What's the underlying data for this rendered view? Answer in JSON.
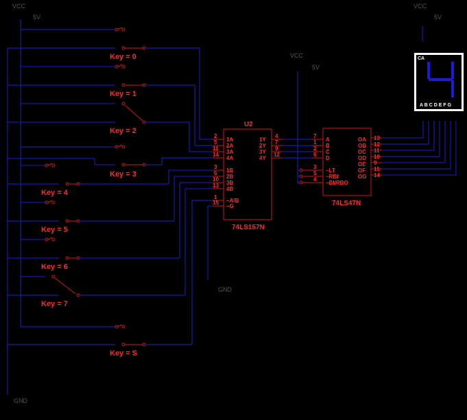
{
  "power": {
    "vcc_label": "VCC",
    "voltage": "5V",
    "gnd_label": "GND"
  },
  "keys": [
    {
      "label": "Key = 0"
    },
    {
      "label": "Key = 1"
    },
    {
      "label": "Key = 2"
    },
    {
      "label": "Key = 3"
    },
    {
      "label": "Key = 4"
    },
    {
      "label": "Key = 5"
    },
    {
      "label": "Key = 6"
    },
    {
      "label": "Key = 7"
    },
    {
      "label": "Key = S"
    }
  ],
  "mux": {
    "ref": "U2",
    "part": "74LS157N",
    "left_pins": [
      "2",
      "5",
      "11",
      "14",
      "3",
      "6",
      "10",
      "13",
      "1",
      "15"
    ],
    "left_names": [
      "1A",
      "2A",
      "3A",
      "4A",
      "1B",
      "2B",
      "3B",
      "4B",
      "~A/B",
      "~G"
    ],
    "right_pins": [
      "4",
      "7",
      "9",
      "12"
    ],
    "right_names": [
      "1Y",
      "2Y",
      "3Y",
      "4Y"
    ]
  },
  "decoder": {
    "part": "74LS47N",
    "left_pins": [
      "7",
      "1",
      "2",
      "6",
      "3",
      "5",
      "4"
    ],
    "left_names": [
      "A",
      "B",
      "C",
      "D",
      "~LT",
      "~RBI",
      "~BI/RBO"
    ],
    "right_pins": [
      "13",
      "12",
      "11",
      "10",
      "9",
      "15",
      "14"
    ],
    "right_names": [
      "OA",
      "OB",
      "OC",
      "OD",
      "OE",
      "OF",
      "OG"
    ]
  },
  "display": {
    "type_label": "CA",
    "segments_label": "A B C D E F G",
    "shown_digit": "4"
  }
}
